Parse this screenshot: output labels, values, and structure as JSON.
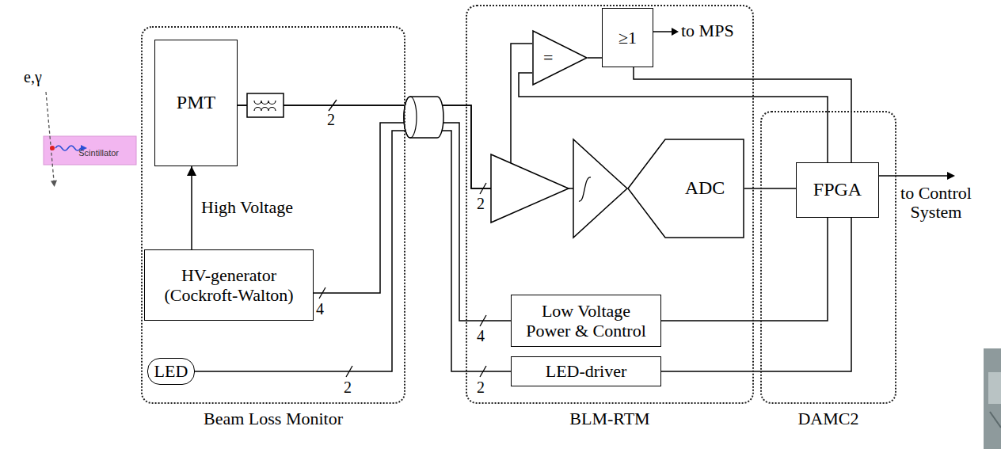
{
  "diagram": {
    "nodes": [
      {
        "text": [
          "Scintillator"
        ]
      },
      {
        "text": [
          "Beam Loss Monitor"
        ]
      },
      {
        "text": [
          "PMT"
        ],
        "in": 1
      },
      {
        "text": [
          "HV-generator (Cockroft-Walton)"
        ],
        "in": 1
      },
      {
        "text": [
          "LED"
        ],
        "in": 1
      },
      {
        "text": [
          "BLM-RTM"
        ]
      },
      {
        "text": [
          "="
        ],
        "in": 5
      },
      {
        "text": [
          "≥1"
        ],
        "in": 5
      },
      {
        "text": [
          "ADC"
        ],
        "in": 5
      },
      {
        "text": [
          "Low Voltage Power & Control"
        ],
        "in": 5
      },
      {
        "text": [
          "LED-driver"
        ],
        "in": 5
      },
      {
        "text": [
          "DAMC2"
        ]
      },
      {
        "text": [
          "FPGA"
        ],
        "in": 11
      }
    ],
    "edges": [
      {
        "from": 3,
        "to": 2,
        "arrow": "to",
        "label": "High Voltage"
      },
      {
        "from": 2,
        "to": 8,
        "arrow": "none"
      },
      {
        "from": 2,
        "to": 6,
        "arrow": "none"
      },
      {
        "from": 3,
        "to": 9,
        "arrow": "none"
      },
      {
        "from": 4,
        "to": 10,
        "arrow": "none"
      },
      {
        "from": 6,
        "to": 7,
        "arrow": "none"
      },
      {
        "from": 8,
        "to": 12,
        "arrow": "none"
      },
      {
        "from": 12,
        "to": 6,
        "arrow": "none"
      },
      {
        "from": 12,
        "to": 7,
        "arrow": "none"
      },
      {
        "from": 9,
        "to": 12,
        "arrow": "none"
      },
      {
        "from": 10,
        "to": 12,
        "arrow": "none"
      }
    ],
    "labels": [
      "e,γ",
      "2",
      "4",
      "2",
      "to MPS",
      "2",
      "4",
      "2",
      "to Control System"
    ]
  }
}
